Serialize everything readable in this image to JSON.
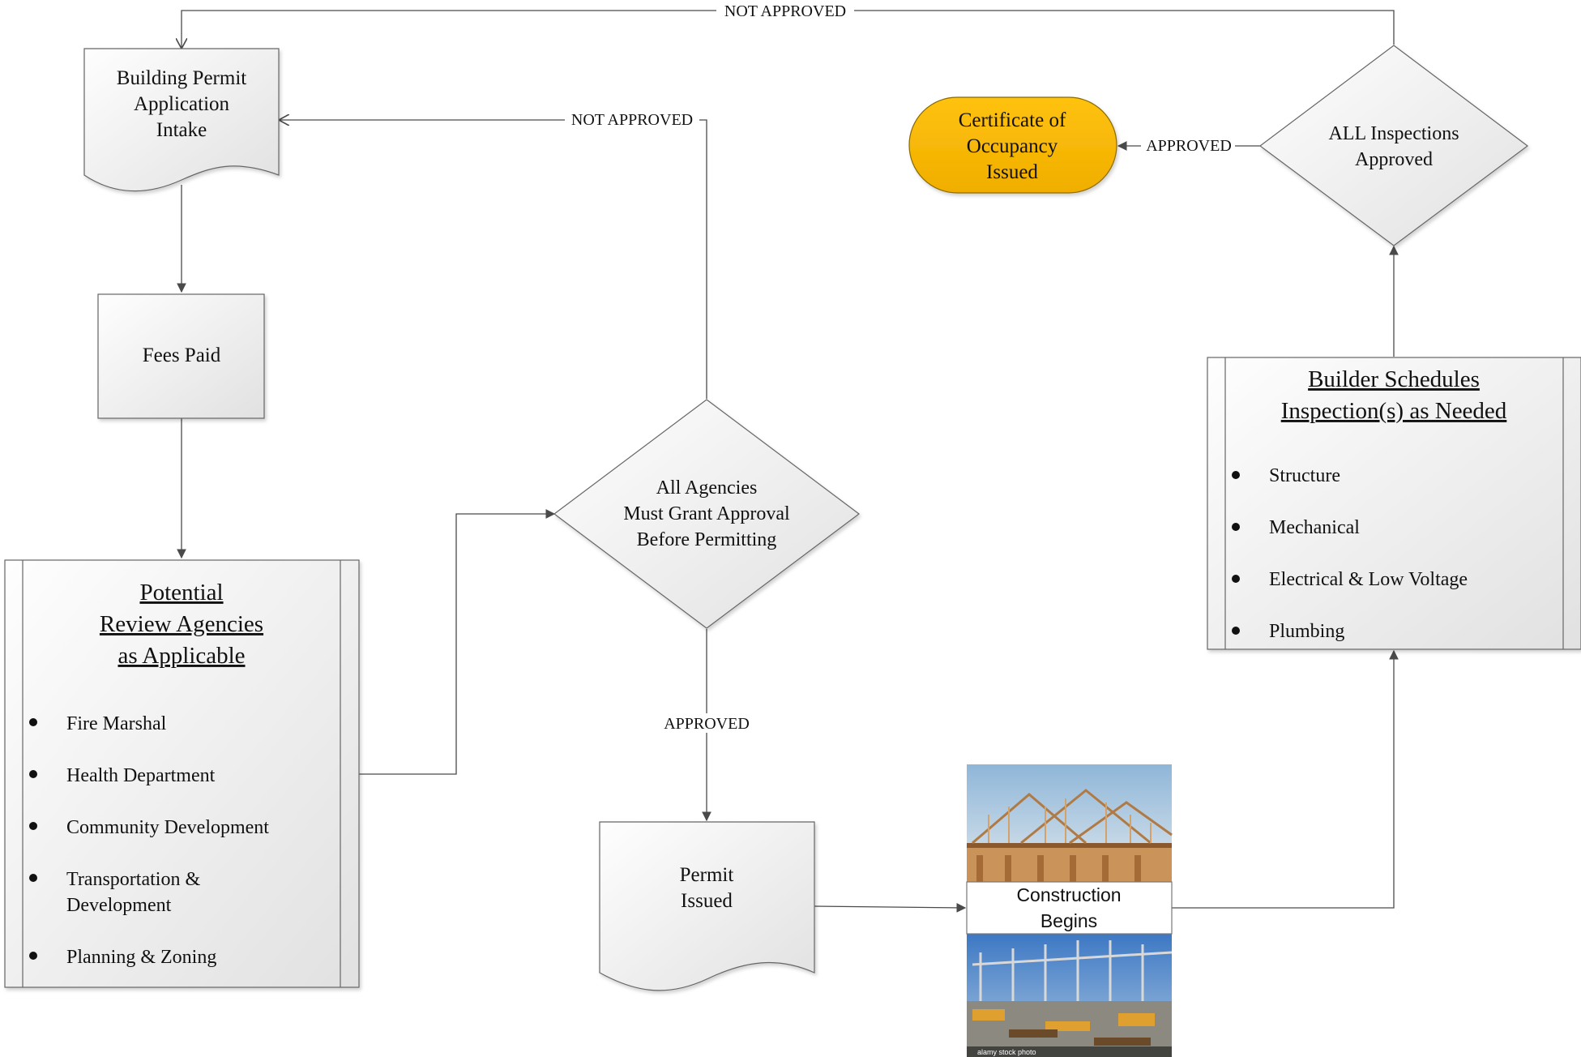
{
  "nodes": {
    "intake": {
      "lines": [
        "Building Permit",
        "Application",
        "Intake"
      ]
    },
    "fees": {
      "label": "Fees Paid"
    },
    "review": {
      "title_lines": [
        "Potential",
        "Review Agencies",
        "as Applicable"
      ],
      "items": [
        "Fire Marshal",
        "Health Department",
        "Community Development",
        "Transportation &",
        "Development",
        "Planning & Zoning"
      ]
    },
    "agencies_decision": {
      "lines": [
        "All Agencies",
        "Must Grant Approval",
        "Before Permitting"
      ]
    },
    "permit_issued": {
      "lines": [
        "Permit",
        "Issued"
      ]
    },
    "construction": {
      "lines": [
        "Construction",
        "Begins"
      ],
      "photo_caption": "alamy stock photo"
    },
    "inspections": {
      "title_lines": [
        "Builder Schedules",
        "Inspection(s) as Needed"
      ],
      "items": [
        "Structure",
        "Mechanical",
        "Electrical & Low Voltage",
        "Plumbing"
      ]
    },
    "inspections_decision": {
      "lines": [
        "ALL Inspections",
        "Approved"
      ]
    },
    "certificate": {
      "lines": [
        "Certificate of",
        "Occupancy",
        "Issued"
      ],
      "color": "#F5B800"
    }
  },
  "edge_labels": {
    "not_approved_top": "NOT APPROVED",
    "not_approved_mid": "NOT APPROVED",
    "approved_permit": "APPROVED",
    "approved_cert": "APPROVED"
  },
  "colors": {
    "shape_fill_light": "#fdfdfd",
    "shape_fill_dark": "#e3e3e3",
    "stroke": "#555555",
    "line": "#4a4a4a"
  }
}
